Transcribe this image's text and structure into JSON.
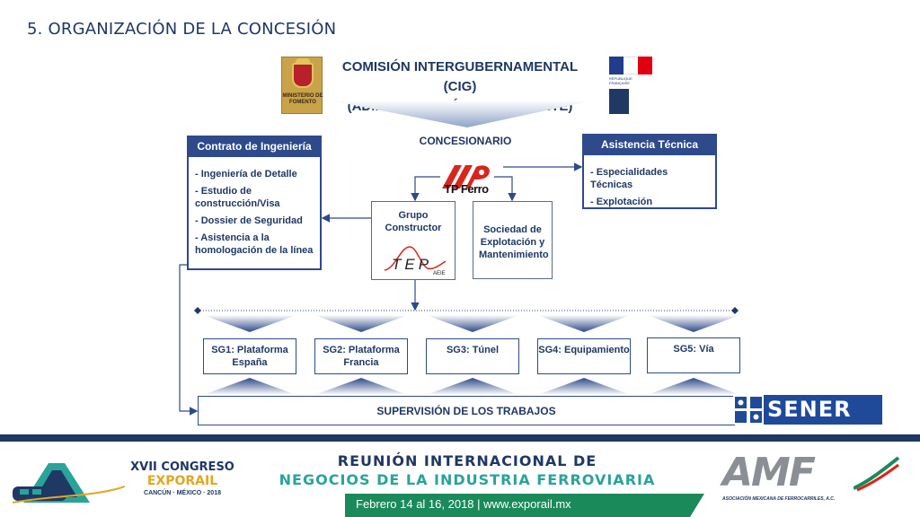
{
  "slide_title": "5. ORGANIZACIÓN DE LA CONCESIÓN",
  "cig": {
    "line1": "COMISIÓN INTERGUBERNAMENTAL (CIG)",
    "line2": "(ADMINISTRACIÓN CONCEDENTE)",
    "logo_left_text": "MINISTERIO DE FOMENTO",
    "logo_right_text": "RÉPUBLIQUE FRANÇAISE"
  },
  "concesionario": {
    "label": "CONCESIONARIO",
    "logo_text": "TP Ferro"
  },
  "contrato": {
    "title": "Contrato de Ingeniería",
    "items": [
      "- Ingeniería de Detalle",
      "- Estudio de construcción/Visa",
      "- Dossier de Seguridad",
      "- Asistencia a la homologación de la línea"
    ]
  },
  "asistencia": {
    "title": "Asistencia Técnica",
    "items": [
      "- Especialidades Técnicas",
      "- Explotación"
    ]
  },
  "grupo": {
    "label": "Grupo Constructor",
    "logo_text": "TEP",
    "logo_sub": "AEIE"
  },
  "sociedad": {
    "label": "Sociedad de Explotación y Mantenimiento"
  },
  "subgroups": [
    "SG1:  Plataforma España",
    "SG2: Plataforma Francia",
    "SG3: Túnel",
    "SG4: Equipamiento",
    "SG5: Vía"
  ],
  "supervision": "SUPERVISIÓN DE LOS TRABAJOS",
  "sener": "SENER",
  "footer": {
    "title_line1": "REUNIÓN INTERNACIONAL DE",
    "title_line2": "NEGOCIOS DE LA INDUSTRIA FERROVIARIA",
    "date": "Febrero 14 al 16, 2018 | www.exporail.mx",
    "left_logo": {
      "line1": "XVII CONGRESO",
      "line2": "EXPORAIL",
      "line3": "CANCÚN · MÉXICO · 2018"
    },
    "right_logo": {
      "mark": "AMF",
      "sub": "ASOCIACIÓN MEXICANA DE FERROCARRILES, A.C."
    }
  },
  "colors": {
    "navy": "#1f3864",
    "box_blue": "#2e4a8a",
    "teal": "#2aa39a",
    "green": "#1a8a5a",
    "tp_red": "#d9261c"
  }
}
